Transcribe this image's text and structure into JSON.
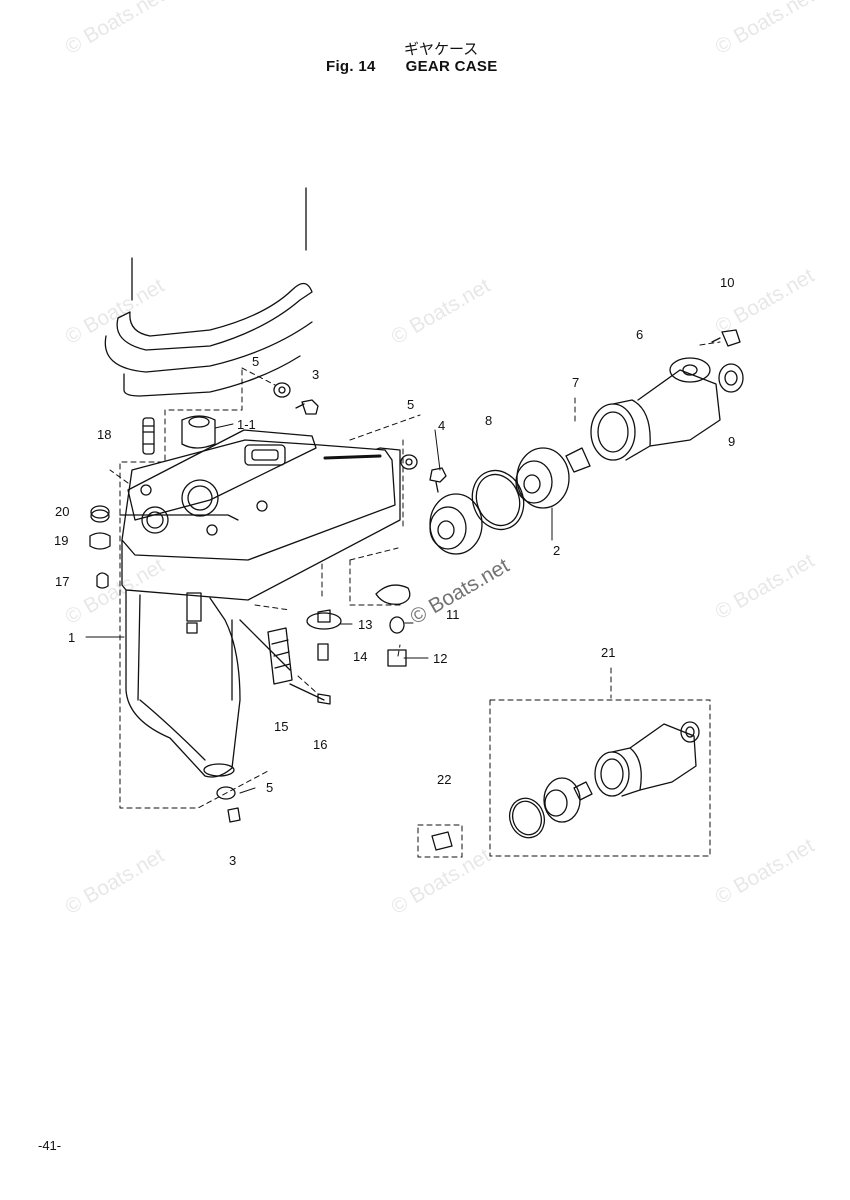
{
  "header": {
    "title_jp": "ギヤケース",
    "fig_number": "Fig. 14",
    "title_en": "GEAR CASE"
  },
  "callouts": {
    "c1": "1",
    "c1_1": "1-1",
    "c2": "2",
    "c3a": "3",
    "c3b": "3",
    "c4": "4",
    "c5a": "5",
    "c5b": "5",
    "c5c": "5",
    "c6": "6",
    "c7": "7",
    "c8": "8",
    "c9": "9",
    "c10": "10",
    "c11": "11",
    "c12": "12",
    "c13": "13",
    "c14": "14",
    "c15": "15",
    "c16": "16",
    "c17": "17",
    "c18": "18",
    "c19": "19",
    "c20": "20",
    "c21": "21",
    "c22": "22"
  },
  "watermark": "© Boats.net",
  "footer": {
    "page": "-41-"
  }
}
